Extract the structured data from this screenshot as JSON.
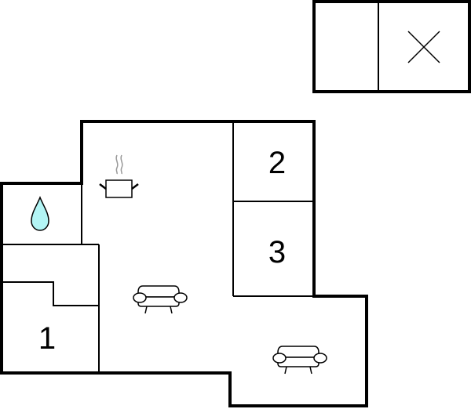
{
  "floorplan": {
    "rooms": [
      {
        "id": "bedroom-1",
        "label": "1"
      },
      {
        "id": "bedroom-2",
        "label": "2"
      },
      {
        "id": "bedroom-3",
        "label": "3"
      }
    ],
    "icons": {
      "bathroom": "water-drop-icon",
      "kitchen": "cooking-pot-icon",
      "living_room_1": "sofa-icon",
      "living_room_2": "sofa-icon",
      "outbuilding": "x-mark-icon"
    },
    "colors": {
      "wall": "#000000",
      "water_drop_fill": "#b3f5f5",
      "steam": "#999999",
      "background": "#ffffff"
    }
  }
}
